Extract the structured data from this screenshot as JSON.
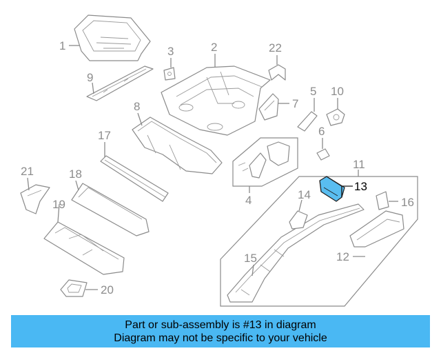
{
  "diagram": {
    "callouts": {
      "c1": "1",
      "c2": "2",
      "c3": "3",
      "c4": "4",
      "c5": "5",
      "c6": "6",
      "c7": "7",
      "c8": "8",
      "c9": "9",
      "c10": "10",
      "c11": "11",
      "c12": "12",
      "c13": "13",
      "c14": "14",
      "c15": "15",
      "c16": "16",
      "c17": "17",
      "c18": "18",
      "c19": "19",
      "c20": "20",
      "c21": "21",
      "c22": "22"
    },
    "highlighted_part": "13",
    "highlight_color": "#59bdf0",
    "line_color": "#8a8a8a"
  },
  "banner": {
    "line1": "Part or sub-assembly is #13 in diagram",
    "line2": "Diagram may not be specific to your vehicle",
    "background": "#4ab8f3"
  }
}
